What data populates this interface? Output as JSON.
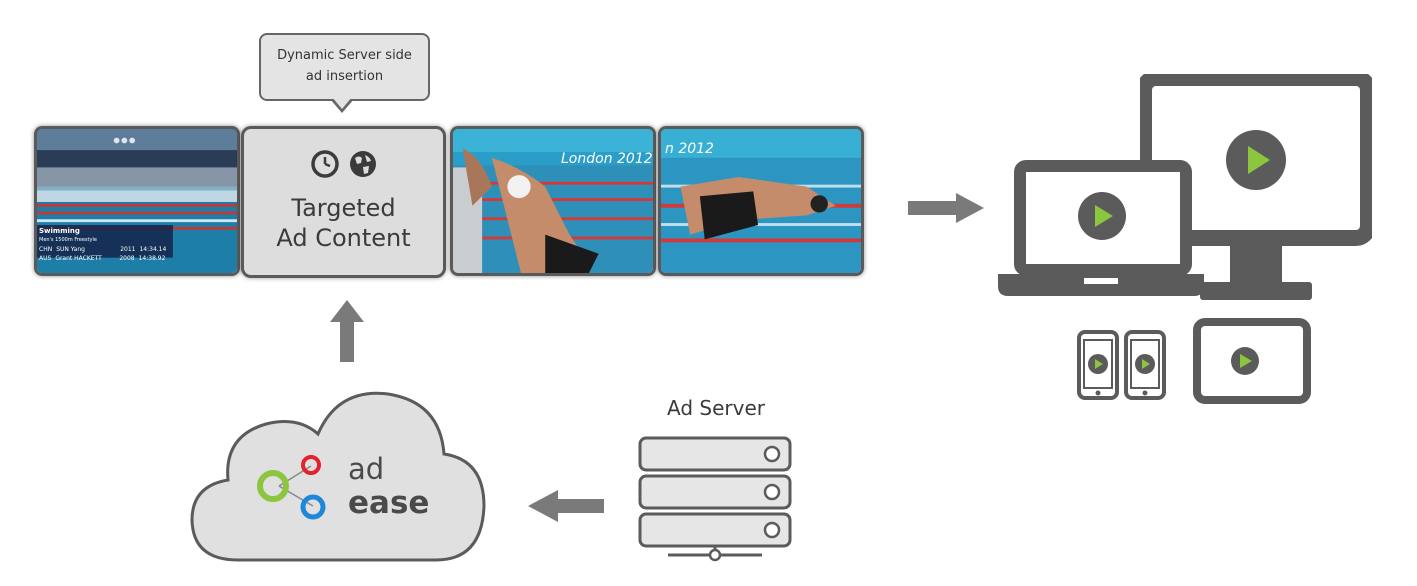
{
  "callout": {
    "line1": "Dynamic Server side",
    "line2": "ad insertion"
  },
  "ad_slot": {
    "title_line1": "Targeted",
    "title_line2": "Ad Content",
    "icons": [
      "clock-icon",
      "globe-icon"
    ]
  },
  "frames": {
    "broadcast": {
      "header": "Swimming",
      "event": "Men's 1500m Freestyle",
      "rows": [
        {
          "flag": "CHN",
          "name": "SUN Yang",
          "num": "2011",
          "time": "14:34.14"
        },
        {
          "flag": "AUS",
          "name": "Grant HACKETT",
          "num": "2008",
          "time": "14:38.92"
        }
      ]
    },
    "banner_text": "London 2012",
    "banner_text_partial": "n 2012"
  },
  "ad_server": {
    "label": "Ad Server"
  },
  "cloud_logo": {
    "word1": "ad",
    "word2": "ease"
  },
  "colors": {
    "dark_gray": "#5b5b5b",
    "arrow_gray": "#7a7a7a",
    "play_green": "#8cc63f",
    "logo_green": "#8cc63f",
    "logo_red": "#e2222c",
    "logo_blue": "#1e88d8",
    "cloud_fill": "#e0e0e0"
  }
}
